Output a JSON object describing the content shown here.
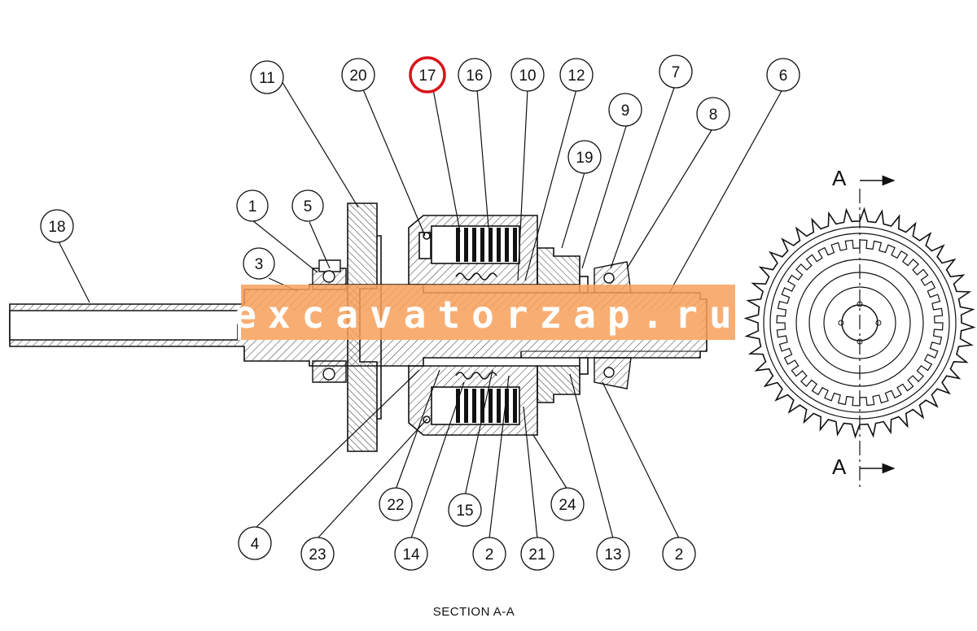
{
  "diagram": {
    "caption": "SECTION A-A",
    "section_marks": [
      "A",
      "A"
    ],
    "callouts": [
      {
        "label": "1"
      },
      {
        "label": "2"
      },
      {
        "label": "2"
      },
      {
        "label": "3"
      },
      {
        "label": "4"
      },
      {
        "label": "5"
      },
      {
        "label": "6"
      },
      {
        "label": "7"
      },
      {
        "label": "8"
      },
      {
        "label": "9"
      },
      {
        "label": "10"
      },
      {
        "label": "11"
      },
      {
        "label": "12"
      },
      {
        "label": "13"
      },
      {
        "label": "14"
      },
      {
        "label": "15"
      },
      {
        "label": "16"
      },
      {
        "label": "17",
        "highlighted": true
      },
      {
        "label": "18"
      },
      {
        "label": "19"
      },
      {
        "label": "20"
      },
      {
        "label": "21"
      },
      {
        "label": "22"
      },
      {
        "label": "23"
      },
      {
        "label": "24"
      }
    ],
    "highlight_color": "#d7141c"
  },
  "watermark": {
    "text": "excavatorzap.ru",
    "color": "#f7a05a"
  }
}
